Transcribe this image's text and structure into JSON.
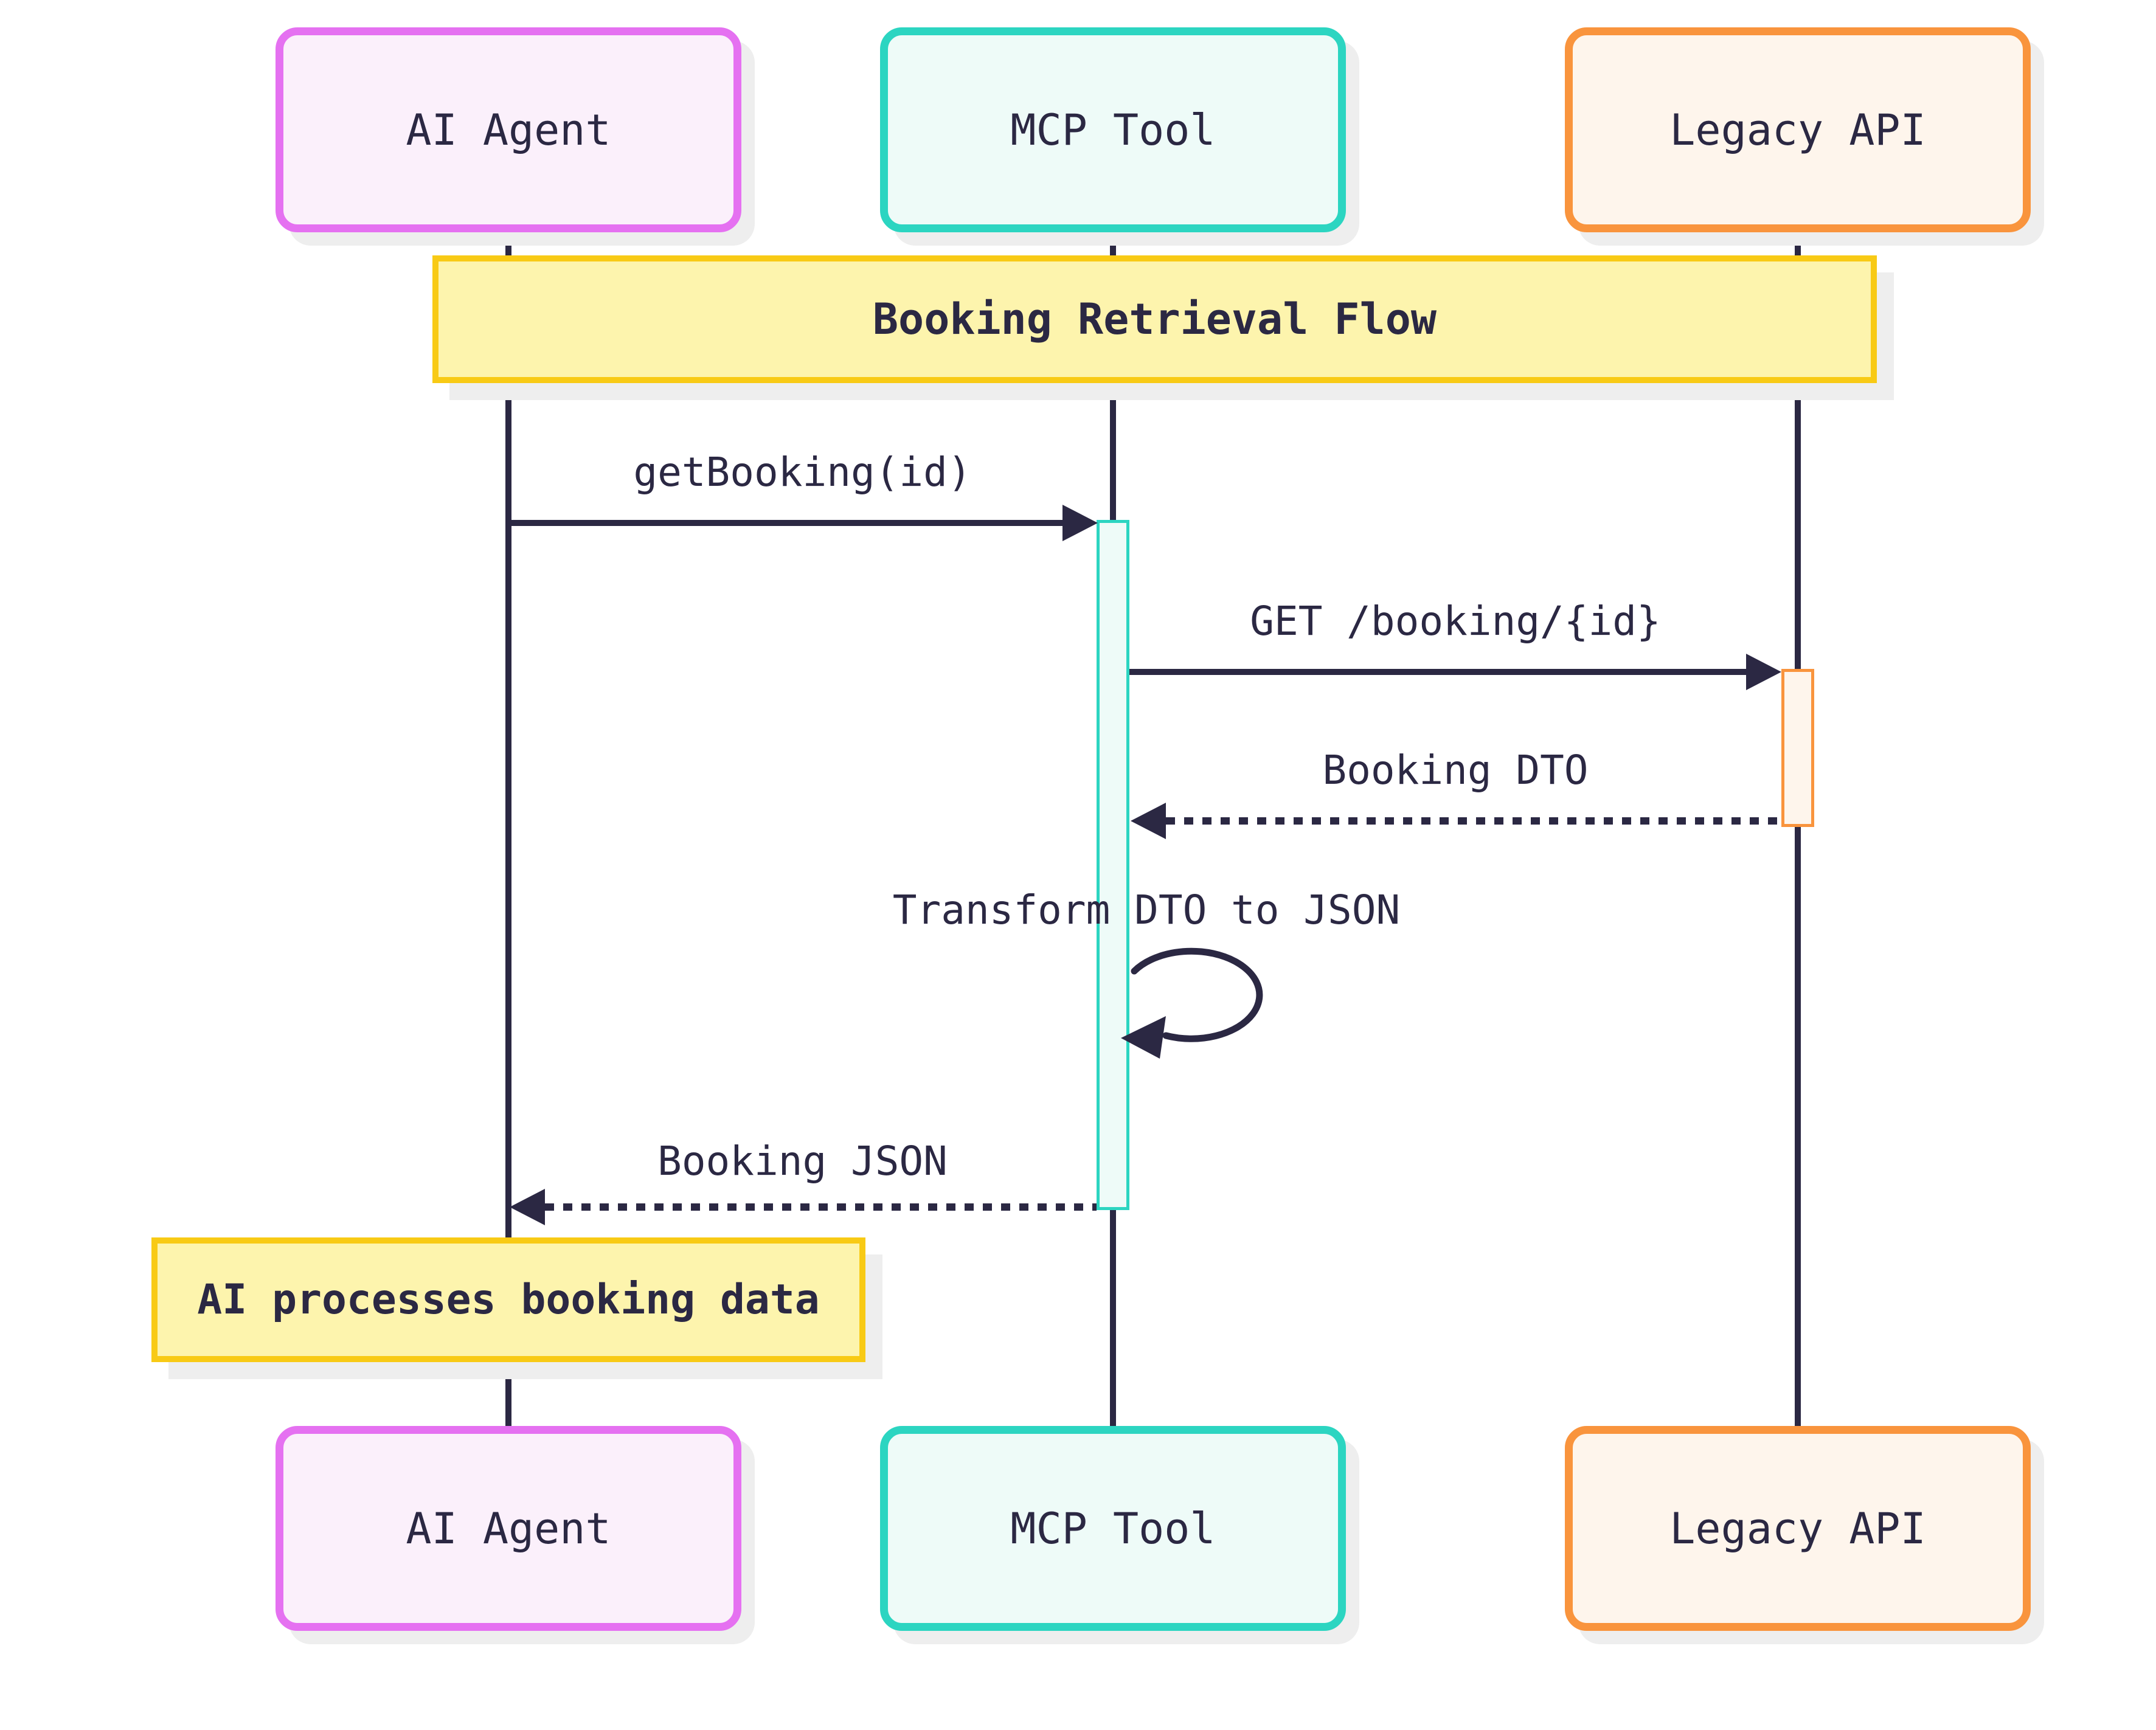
{
  "diagram": {
    "participants": [
      {
        "label": "AI Agent"
      },
      {
        "label": "MCP Tool"
      },
      {
        "label": "Legacy API"
      }
    ],
    "banner": {
      "label": "Booking Retrieval Flow"
    },
    "messages": [
      {
        "label": "getBooking(id)",
        "type": "solid",
        "from": "AI Agent",
        "to": "MCP Tool"
      },
      {
        "label": "GET /booking/{id}",
        "type": "solid",
        "from": "MCP Tool",
        "to": "Legacy API"
      },
      {
        "label": "Booking DTO",
        "type": "dotted",
        "from": "Legacy API",
        "to": "MCP Tool"
      },
      {
        "label": "Transform DTO to JSON",
        "type": "self",
        "from": "MCP Tool",
        "to": "MCP Tool"
      },
      {
        "label": "Booking JSON",
        "type": "dotted",
        "from": "MCP Tool",
        "to": "AI Agent"
      }
    ],
    "note": {
      "label": "AI processes booking data"
    },
    "colors": {
      "ink": "#2b2843",
      "pink_border": "#e571f1",
      "pink_fill": "#fbf0fb",
      "teal_border": "#2cd5c1",
      "teal_fill": "#eefbf8",
      "orange_border": "#f9943d",
      "orange_fill": "#fef5ec",
      "gold_border": "#f8ca15",
      "yellow_fill": "#fdf4ad",
      "shadow": "#eeeeee",
      "background": "#ffffff"
    }
  }
}
